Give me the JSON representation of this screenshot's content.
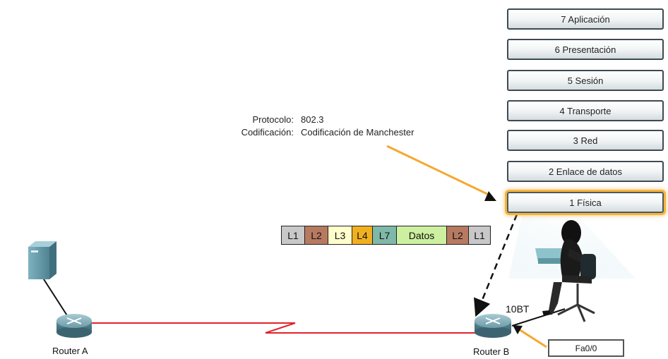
{
  "osi_layers": [
    {
      "label": "7 Aplicación",
      "active": false
    },
    {
      "label": "6 Presentación",
      "active": false
    },
    {
      "label": "5 Sesión",
      "active": false
    },
    {
      "label": "4 Transporte",
      "active": false
    },
    {
      "label": "3 Red",
      "active": false
    },
    {
      "label": "2 Enlace de datos",
      "active": false
    },
    {
      "label": "1 Física",
      "active": true
    }
  ],
  "protocol_info": {
    "protocol_key": "Protocolo:",
    "protocol_value": "802.3",
    "encoding_key": "Codificación:",
    "encoding_value": "Codificación de Manchester"
  },
  "pdu_cells": [
    {
      "label": "L1",
      "color": "#c8c8c8"
    },
    {
      "label": "L2",
      "color": "#b77a60"
    },
    {
      "label": "L3",
      "color": "#ffffcc"
    },
    {
      "label": "L4",
      "color": "#f1b020"
    },
    {
      "label": "L7",
      "color": "#7fb8a8"
    },
    {
      "label": "Datos",
      "color": "#ccf0a0"
    },
    {
      "label": "L2",
      "color": "#b77a60"
    },
    {
      "label": "L1",
      "color": "#c8c8c8"
    }
  ],
  "devices": {
    "router_a": "Router A",
    "router_b": "Router B",
    "link_label": "10BT",
    "port_label": "Fa0/0"
  },
  "colors": {
    "serial_link": "#e0232a",
    "callout_arrow": "#f5a830",
    "active_glow": "#f6b43c",
    "router_body": "#5d8c9a",
    "server_body": "#5f93a2"
  }
}
